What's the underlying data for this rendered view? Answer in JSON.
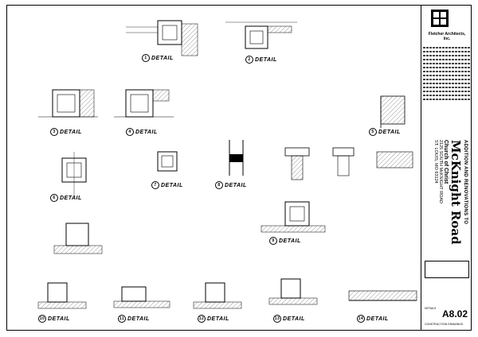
{
  "title_block": {
    "firm_name": "Fletcher Architects, Inc.",
    "project_header": "ADDITION AND RENOVATIONS TO",
    "project_name": "McKnight Road",
    "project_sub": "Church of Christ",
    "address_line1": "2125 SOUTH McKNIGHT ROAD",
    "address_line2": "ST. LOUIS, MO 63124",
    "sheet_number": "A8.02",
    "sheet_title": "DETAILS",
    "footer": "CONSTRUCTION DRAWINGS"
  },
  "detail_label_text": "DETAIL"
}
